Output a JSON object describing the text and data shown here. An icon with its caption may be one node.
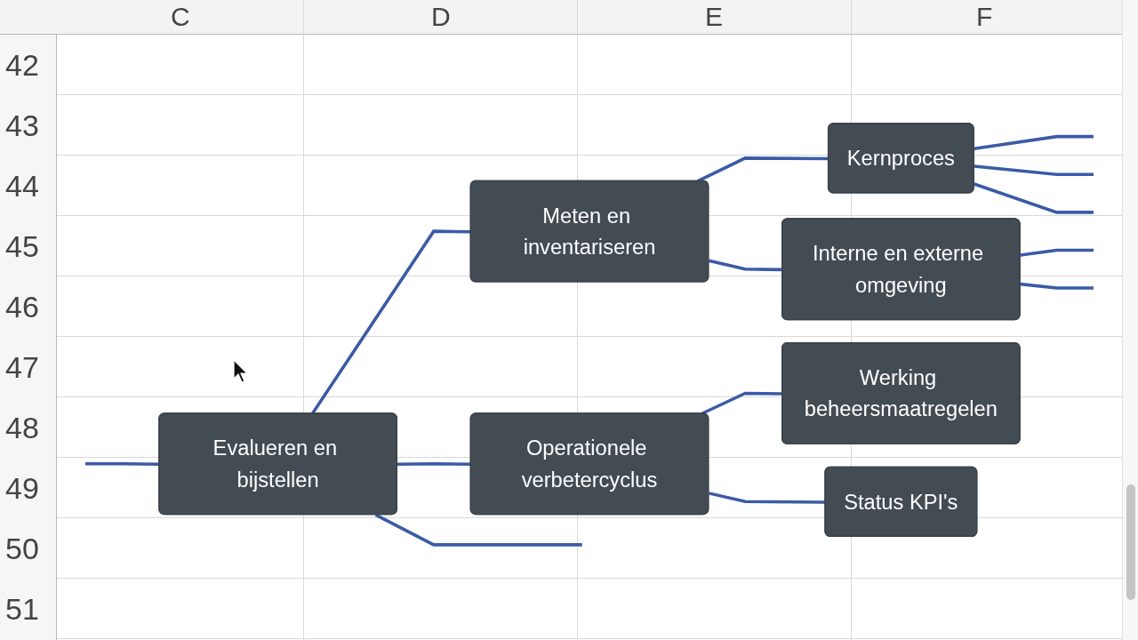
{
  "diagram": {
    "nodes": [
      {
        "text": [
          "Evalueren en bijstellen"
        ]
      },
      {
        "text": [
          "Meten en inventariseren"
        ]
      },
      {
        "text": [
          "Operationele verbetercyclus"
        ]
      },
      {
        "text": [
          "Kernproces"
        ]
      },
      {
        "text": [
          "Interne en externe omgeving"
        ]
      },
      {
        "text": [
          "Werking beheersmaatregelen"
        ]
      },
      {
        "text": [
          "Status KPI's"
        ]
      }
    ],
    "edges": [
      {
        "from": null,
        "to": 0,
        "arrow": "none"
      },
      {
        "from": 0,
        "to": 1,
        "arrow": "none"
      },
      {
        "from": 0,
        "to": 2,
        "arrow": "none"
      },
      {
        "from": 0,
        "to": null,
        "arrow": "none"
      },
      {
        "from": 1,
        "to": 3,
        "arrow": "none"
      },
      {
        "from": 1,
        "to": 4,
        "arrow": "none"
      },
      {
        "from": 2,
        "to": 5,
        "arrow": "none"
      },
      {
        "from": 2,
        "to": 6,
        "arrow": "none"
      },
      {
        "from": 3,
        "to": null,
        "arrow": "none"
      },
      {
        "from": 3,
        "to": null,
        "arrow": "none"
      },
      {
        "from": 3,
        "to": null,
        "arrow": "none"
      },
      {
        "from": 4,
        "to": null,
        "arrow": "none"
      },
      {
        "from": 4,
        "to": null,
        "arrow": "none"
      }
    ],
    "labels": [
      "C",
      "D",
      "E",
      "F",
      "42",
      "43",
      "44",
      "45",
      "46",
      "47",
      "48",
      "49",
      "50",
      "51"
    ]
  }
}
